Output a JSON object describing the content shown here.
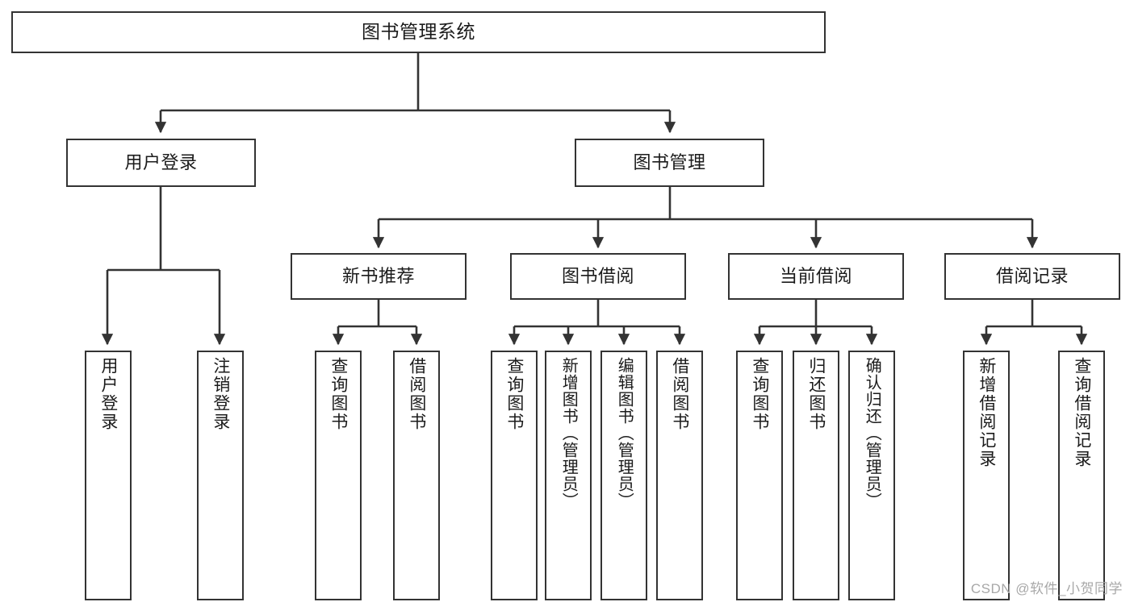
{
  "diagram": {
    "type": "tree",
    "title": "图书管理系统",
    "orientation": "top-down",
    "watermark": "CSDN @软件_小贺同学",
    "colors": {
      "background": "#ffffff",
      "node_border": "#333333",
      "node_fill": "#ffffff",
      "connector": "#333333",
      "text": "#1b1b1b",
      "watermark": "#a8a8a8"
    },
    "root": {
      "label": "图书管理系统"
    },
    "level2": [
      {
        "label": "用户登录"
      },
      {
        "label": "图书管理"
      }
    ],
    "level3": [
      {
        "label": "新书推荐"
      },
      {
        "label": "图书借阅"
      },
      {
        "label": "当前借阅"
      },
      {
        "label": "借阅记录"
      }
    ],
    "leaves": {
      "user_login": [
        {
          "label": "用户登录"
        },
        {
          "label": "注销登录"
        }
      ],
      "new_book": [
        {
          "label": "查询图书"
        },
        {
          "label": "借阅图书"
        }
      ],
      "book_borrow": [
        {
          "label": "查询图书"
        },
        {
          "label": "新增图书（管理员）"
        },
        {
          "label": "编辑图书（管理员）"
        },
        {
          "label": "借阅图书"
        }
      ],
      "current_borrow": [
        {
          "label": "查询图书"
        },
        {
          "label": "归还图书"
        },
        {
          "label": "确认归还（管理员）"
        }
      ],
      "borrow_record": [
        {
          "label": "新增借阅记录"
        },
        {
          "label": "查询借阅记录"
        }
      ]
    }
  }
}
